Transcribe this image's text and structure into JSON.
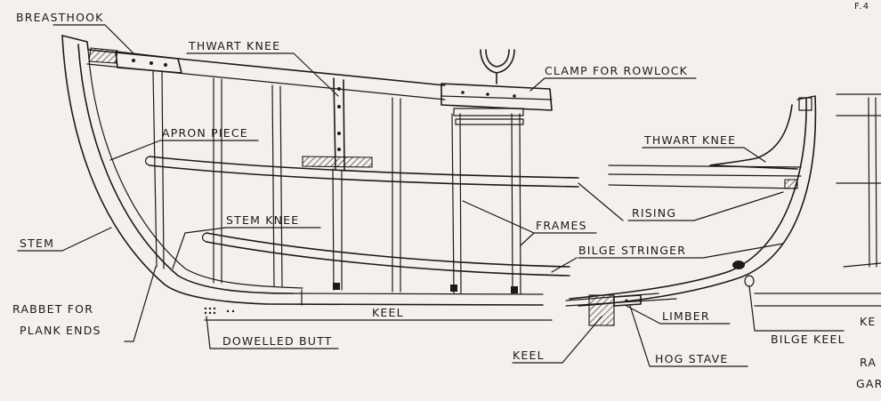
{
  "labels": {
    "breasthook": "BREASTHOOK",
    "thwart_knee_left": "THWART KNEE",
    "clamp_for_rowlock": "CLAMP FOR ROWLOCK",
    "apron_piece": "APRON PIECE",
    "thwart_knee_right": "THWART KNEE",
    "stem_knee": "STEM KNEE",
    "rising": "RISING",
    "frames": "FRAMES",
    "stem": "STEM",
    "bilge_stringer": "BILGE STRINGER",
    "rabbet_line1": "RABBET FOR",
    "rabbet_line2": "PLANK ENDS",
    "keel_left": "KEEL",
    "limber": "LIMBER",
    "dowelled_butt": "DOWELLED BUTT",
    "bilge_keel": "BILGE KEEL",
    "keel_bottom": "KEEL",
    "hog_stave": "HOG STAVE",
    "cut_ke": "KE",
    "cut_ra": "RA",
    "cut_ga": "GAR",
    "corner": "F.4"
  }
}
